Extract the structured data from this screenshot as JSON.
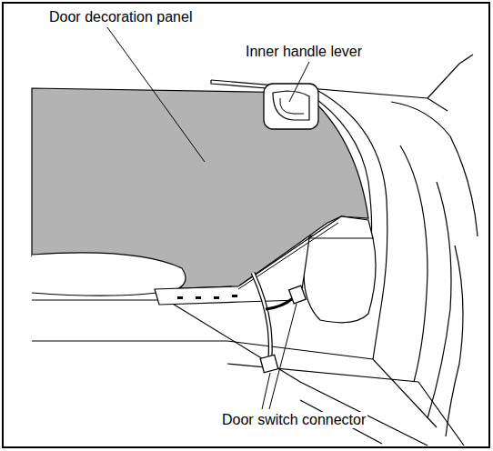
{
  "diagram": {
    "labels": [
      "Door decoration panel",
      "Inner handle lever",
      "Door switch connector"
    ]
  }
}
